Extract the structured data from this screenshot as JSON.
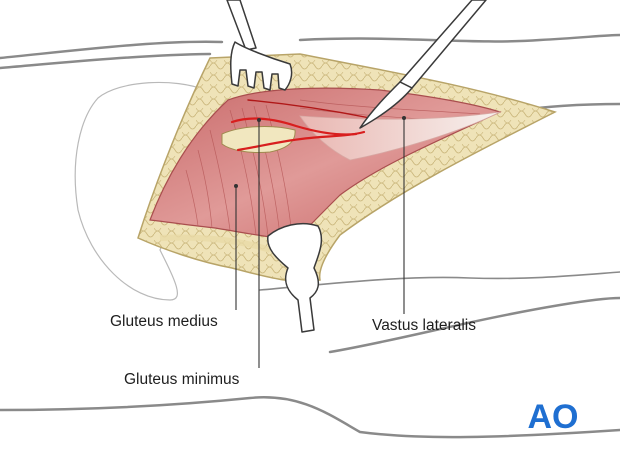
{
  "labels": {
    "gluteus_medius": "Gluteus medius",
    "gluteus_minimus": "Gluteus minimus",
    "vastus_lateralis": "Vastus lateralis"
  },
  "logo": {
    "text": "AO",
    "color": "#1f6fd1"
  },
  "colors": {
    "outline": "#8a8a8a",
    "muscle": "#d98c8c",
    "muscle_dark": "#b85a5a",
    "fat": "#efe3b8",
    "fat_line": "#c9b57a",
    "vessel": "#d81e1e",
    "instrument": "#ffffff",
    "leader": "#333333"
  }
}
